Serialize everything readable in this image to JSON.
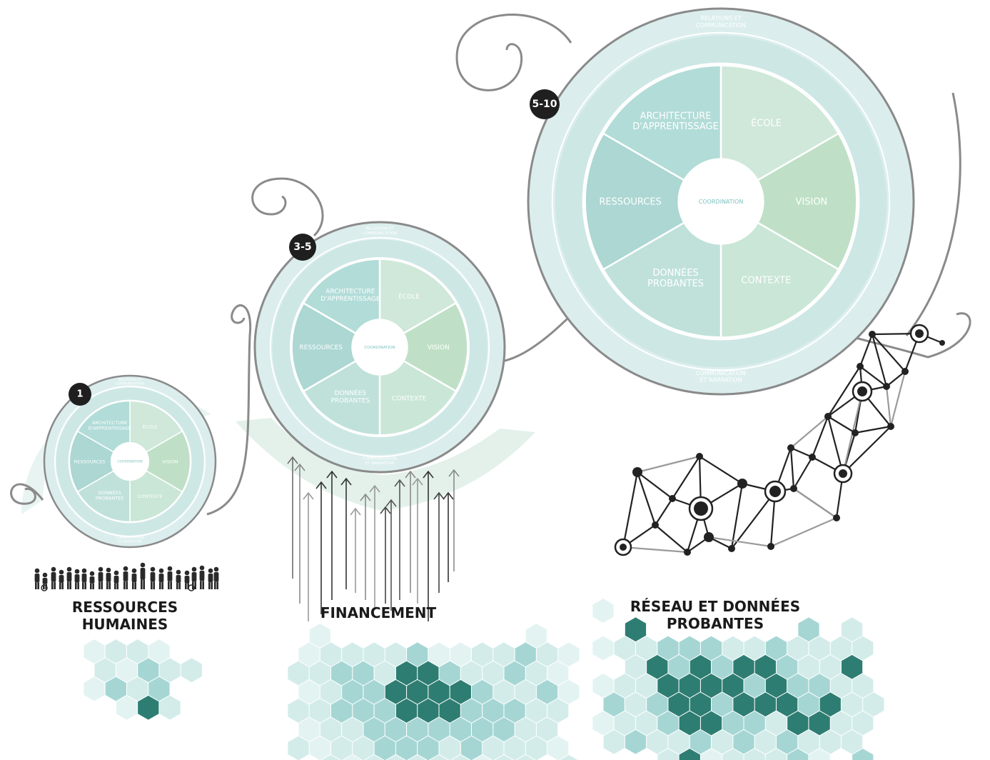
{
  "wheels": [
    {
      "id": "wheel-1",
      "badge": "1",
      "ring_top": "RELATIONS ET COMMUNICATION",
      "ring_bottom": "COMMUNICATION ET NARRATION",
      "center": "COORDINATION",
      "segments": [
        "ÉCOLE",
        "VISION",
        "CONTEXTE",
        "DONNÉES PROBANTES",
        "RESSOURCES",
        "ARCHITECTURE D'APPRENTISSAGE"
      ]
    },
    {
      "id": "wheel-3-5",
      "badge": "3-5",
      "ring_top": "RELATIONS ET COMMUNICATION",
      "ring_bottom": "COMMUNICATION ET NARRATION",
      "center": "COORDINATION",
      "segments": [
        "ÉCOLE",
        "VISION",
        "CONTEXTE",
        "DONNÉES PROBANTES",
        "RESSOURCES",
        "ARCHITECTURE D'APPRENTISSAGE"
      ]
    },
    {
      "id": "wheel-5-10",
      "badge": "5-10",
      "ring_top": "RELATIONS ET COMMUNICATION",
      "ring_bottom": "COMMUNICATION ET NARRATION",
      "center": "COORDINATION",
      "segments": [
        "ÉCOLE",
        "VISION",
        "CONTEXTE",
        "DONNÉES PROBANTES",
        "RESSOURCES",
        "ARCHITECTURE D'APPRENTISSAGE"
      ]
    }
  ],
  "headings": {
    "human_resources": [
      "RESSOURCES",
      "HUMAINES"
    ],
    "funding": "FINANCEMENT",
    "network": [
      "RÉSEAU ET DONNÉES",
      "PROBANTES"
    ]
  },
  "colors": {
    "ring_outer": "#dbeeed",
    "ring_inner": "#cde7e5",
    "seg_school": "#cfe8d9",
    "seg_vision": "#bfe0c6",
    "seg_context": "#c9e6d6",
    "seg_evidence": "#bfe1da",
    "seg_resources": "#acd7d3",
    "seg_architecture": "#b2dcd8",
    "hex_dark": "#2e7d72",
    "hex_mid": "#a5d6d4",
    "hex_light": "#d3ecea",
    "hex_pale": "#e3f3f2",
    "network": "#222222",
    "badge": "#1f1f1f"
  }
}
